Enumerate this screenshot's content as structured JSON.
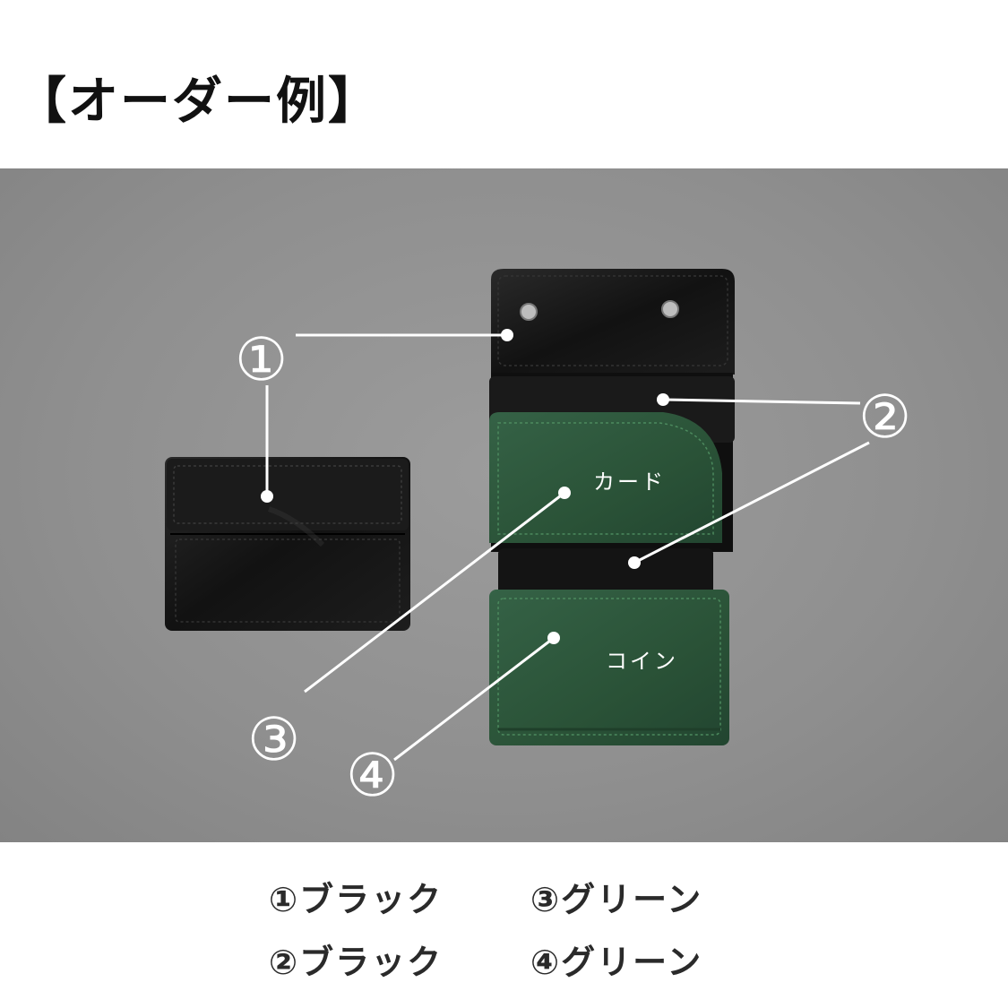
{
  "title": "【オーダー例】",
  "wallet_labels": {
    "card": "カード",
    "coin": "コイン"
  },
  "callouts": [
    {
      "id": "1",
      "glyph": "①"
    },
    {
      "id": "2",
      "glyph": "②"
    },
    {
      "id": "3",
      "glyph": "③"
    },
    {
      "id": "4",
      "glyph": "④"
    }
  ],
  "legend": [
    {
      "text": "①ブラック"
    },
    {
      "text": "③グリーン"
    },
    {
      "text": "②ブラック"
    },
    {
      "text": "④グリーン"
    }
  ],
  "colors": {
    "background": "#8f8f8f",
    "leather_black": "#151515",
    "leather_green": "#2f5a3c",
    "callout": "#ffffff",
    "text": "#2a2a2a"
  }
}
